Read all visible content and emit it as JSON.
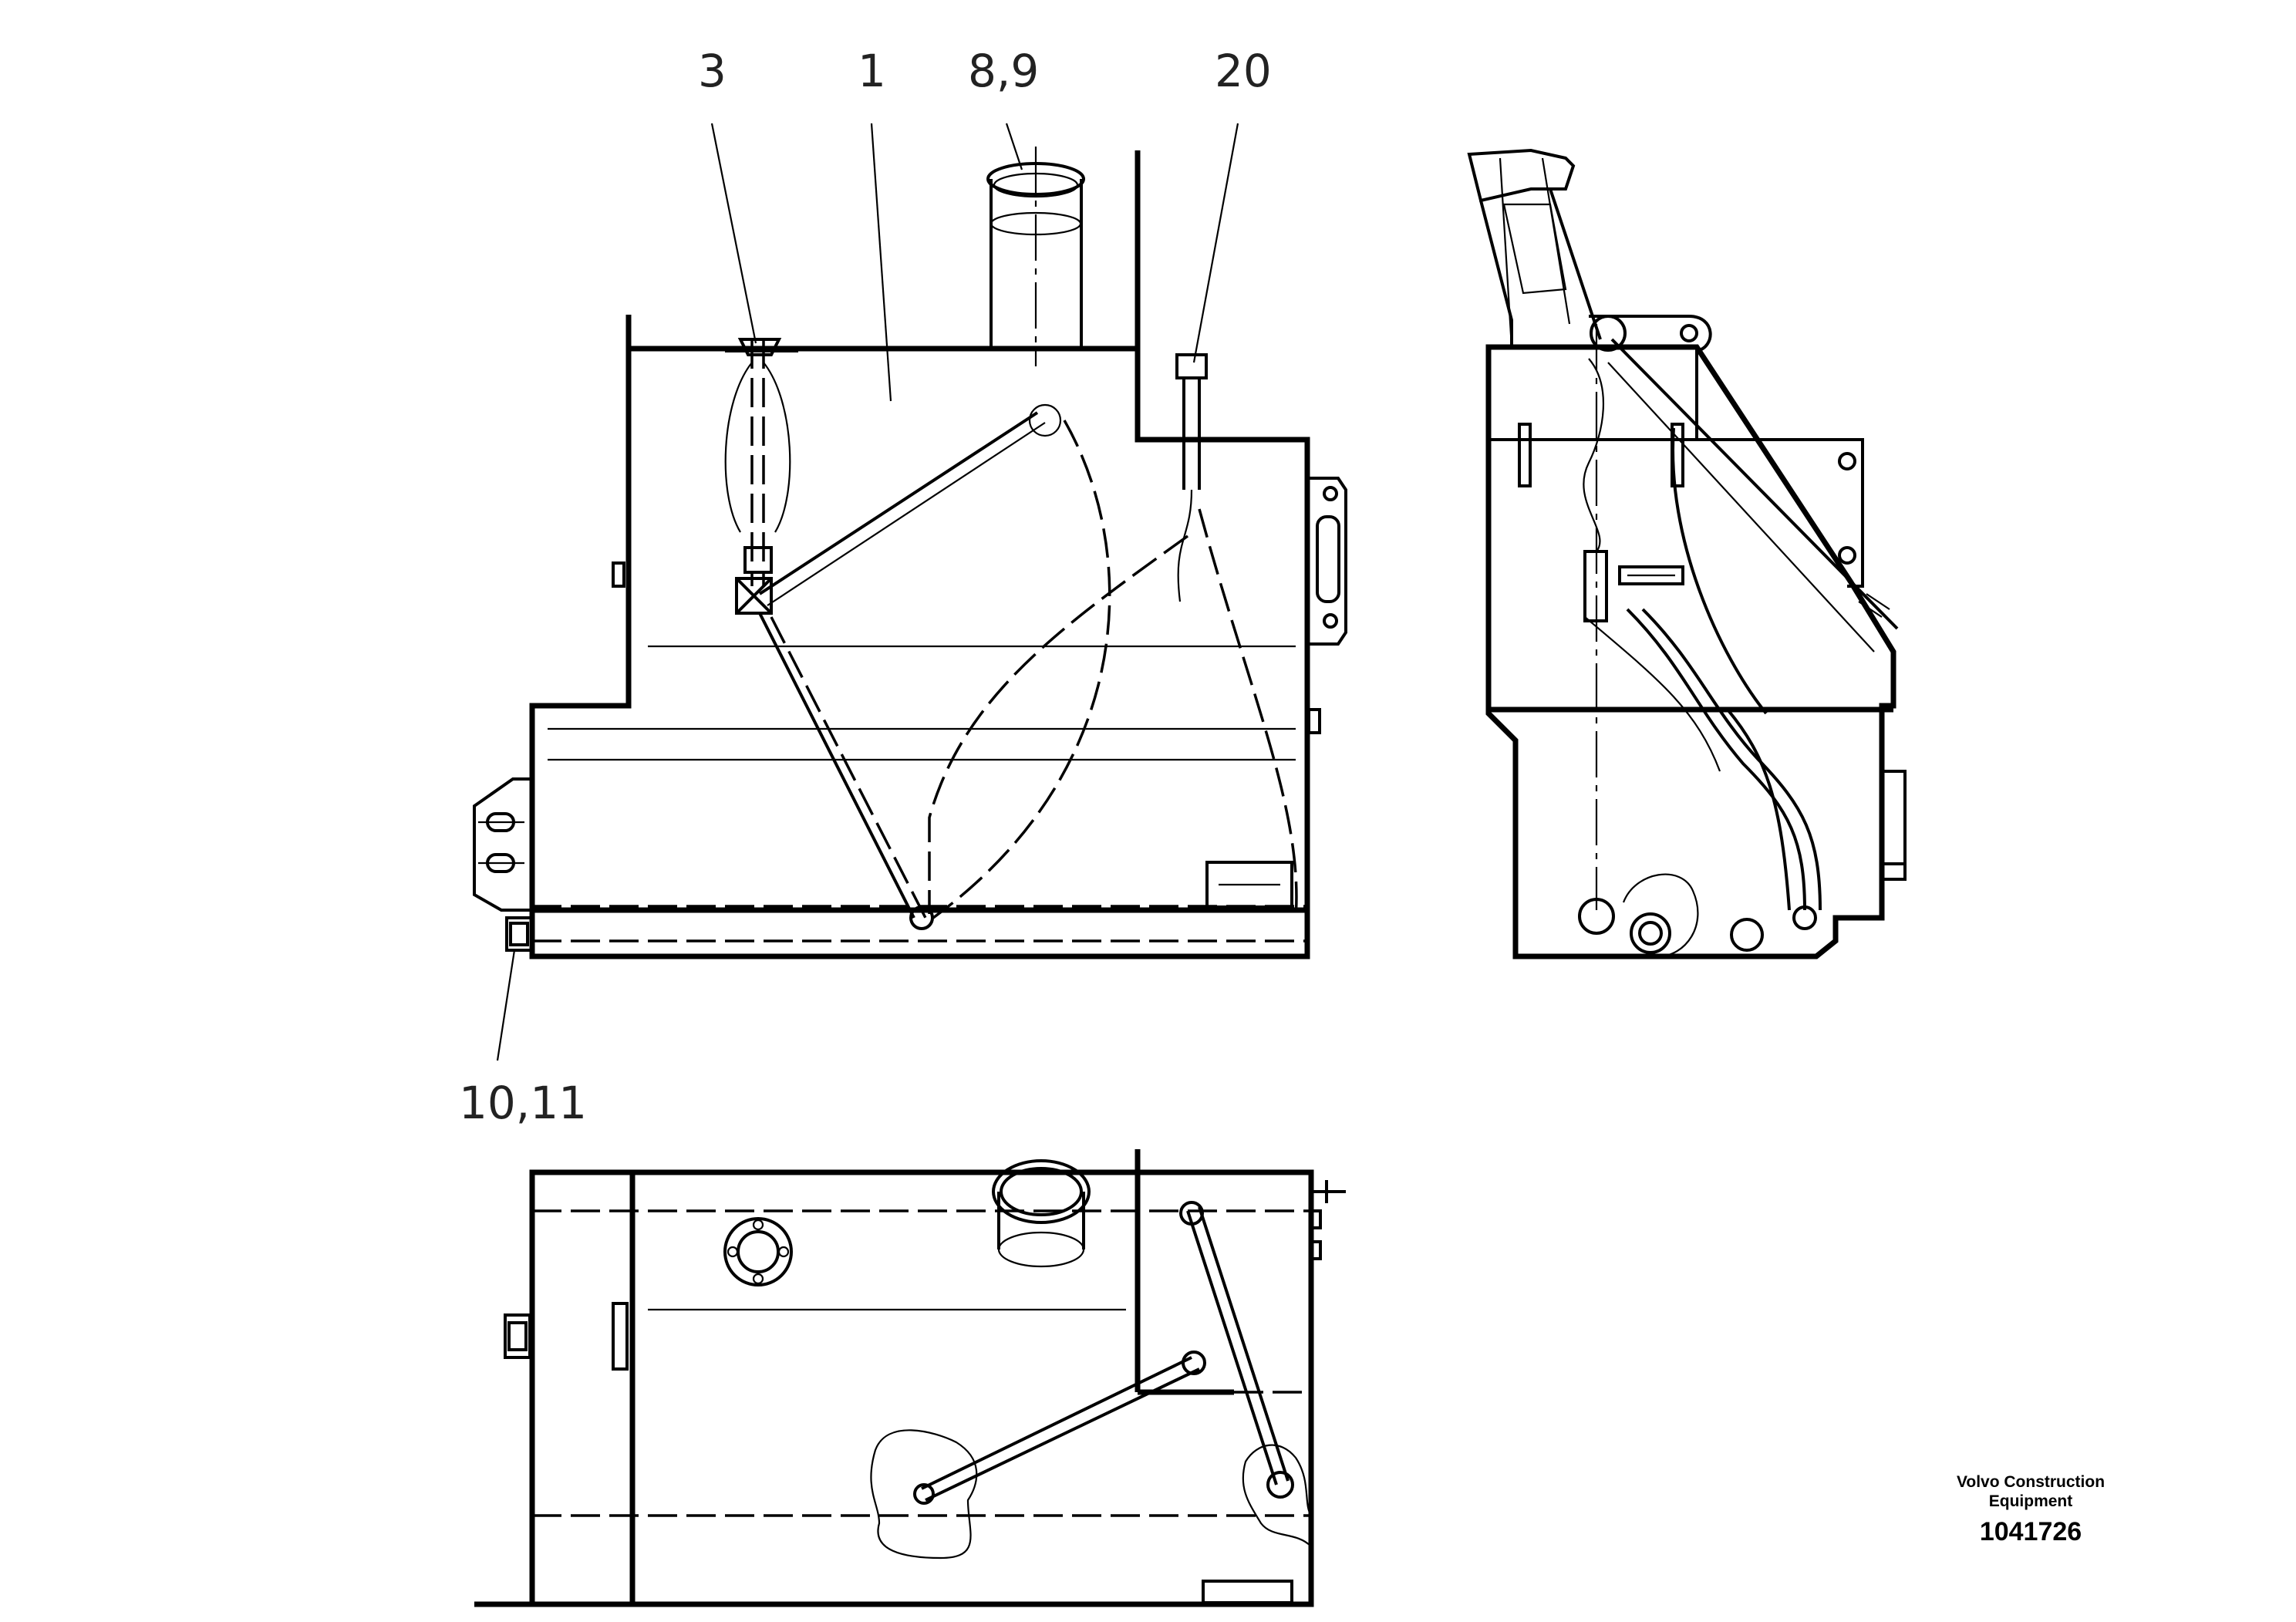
{
  "callouts": {
    "c3": "3",
    "c1": "1",
    "c89": "8,9",
    "c20": "20",
    "c1011": "10,11"
  },
  "title_block": {
    "brand_line1": "Volvo Construction",
    "brand_line2": "Equipment",
    "part_number": "1041726"
  }
}
